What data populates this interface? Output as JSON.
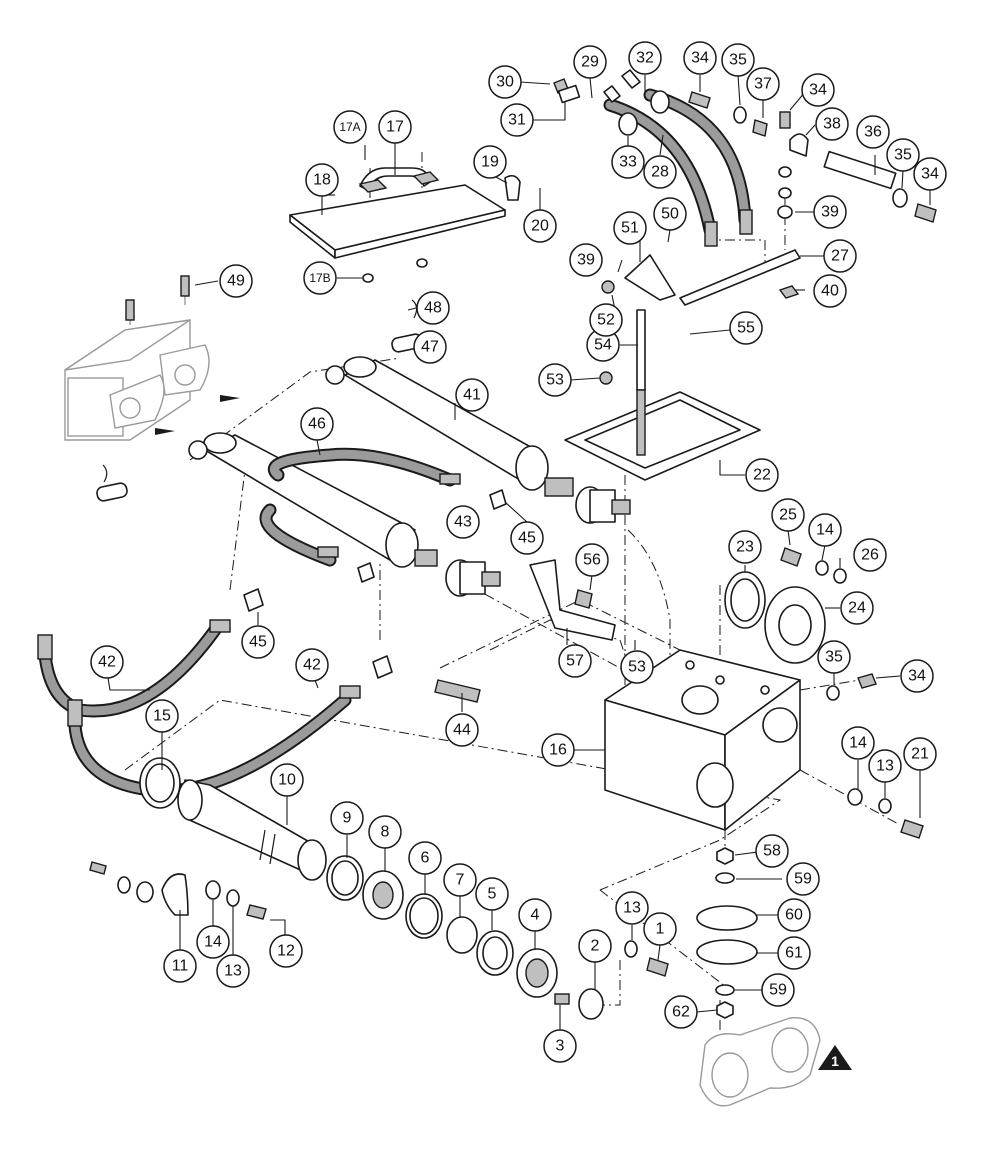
{
  "diagram": {
    "callouts": {
      "c1": "1",
      "c2": "2",
      "c3": "3",
      "c4": "4",
      "c5": "5",
      "c6": "6",
      "c7": "7",
      "c8": "8",
      "c9": "9",
      "c10": "10",
      "c11": "11",
      "c12": "12",
      "c13a": "13",
      "c13b": "13",
      "c13c": "13",
      "c14a": "14",
      "c14b": "14",
      "c14c": "14",
      "c15": "15",
      "c16": "16",
      "c17": "17",
      "c17A": "17A",
      "c17B": "17B",
      "c18": "18",
      "c19": "19",
      "c20": "20",
      "c21": "21",
      "c22": "22",
      "c23": "23",
      "c24": "24",
      "c25": "25",
      "c26": "26",
      "c27": "27",
      "c28": "28",
      "c29": "29",
      "c30": "30",
      "c31": "31",
      "c32": "32",
      "c33": "33",
      "c34a": "34",
      "c34b": "34",
      "c34c": "34",
      "c34d": "34",
      "c35a": "35",
      "c35b": "35",
      "c35c": "35",
      "c36": "36",
      "c37": "37",
      "c38": "38",
      "c39a": "39",
      "c39b": "39",
      "c40": "40",
      "c41": "41",
      "c42a": "42",
      "c42b": "42",
      "c43": "43",
      "c44": "44",
      "c45a": "45",
      "c45b": "45",
      "c46": "46",
      "c47": "47",
      "c48": "48",
      "c49": "49",
      "c50": "50",
      "c51": "51",
      "c52": "52",
      "c53a": "53",
      "c53b": "53",
      "c54": "54",
      "c55": "55",
      "c56": "56",
      "c57": "57",
      "c58": "58",
      "c59a": "59",
      "c59b": "59",
      "c60": "60",
      "c61": "61",
      "c62": "62"
    },
    "reference_marker": "1",
    "colors": {
      "ink": "#1a1a1a",
      "hose": "#9b9b9b",
      "ghost": "#9a9a9a"
    }
  }
}
